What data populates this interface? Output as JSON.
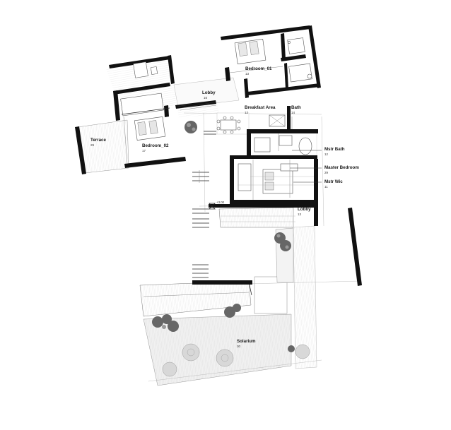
{
  "rooms": [
    {
      "key": "bedroom_01",
      "name": "Bedroom_01",
      "area": "13"
    },
    {
      "key": "lobby_upper",
      "name": "Lobby",
      "area": "16"
    },
    {
      "key": "breakfast",
      "name": "Breakfast Area",
      "area": "12"
    },
    {
      "key": "bath",
      "name": "Bath",
      "area": "14"
    },
    {
      "key": "terrace",
      "name": "Terrace",
      "area": "29"
    },
    {
      "key": "bedroom_02",
      "name": "Bedroom_02",
      "area": "17"
    },
    {
      "key": "mstr_bath",
      "name": "Mstr Bath",
      "area": "12"
    },
    {
      "key": "master_bedroom",
      "name": "Master Bedroom",
      "area": "29"
    },
    {
      "key": "mstr_wic",
      "name": "Mstr Wic",
      "area": "11"
    },
    {
      "key": "lobby_lower",
      "name": "Lobby",
      "area": "13"
    },
    {
      "key": "solarium",
      "name": "Solarium",
      "area": "30"
    }
  ],
  "level_mark": "+3.00"
}
